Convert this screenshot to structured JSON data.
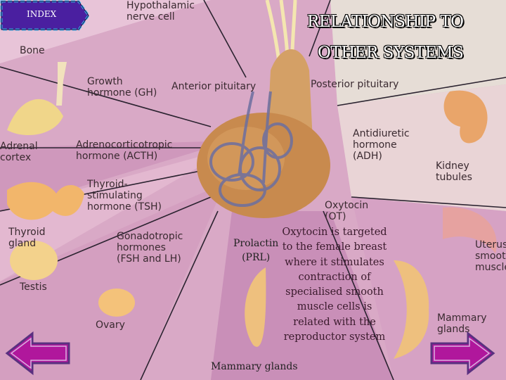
{
  "index_button": {
    "label": "INDEX"
  },
  "title": {
    "line1": "RELATIONSHIP TO",
    "line2": "OTHER SYSTEMS"
  },
  "labels": {
    "hypothalamic": "Hypothalamic\nnerve cell",
    "bone": "Bone",
    "growth_hormone": "Growth\nhormone (GH)",
    "anterior_pituitary": "Anterior pituitary",
    "posterior_pituitary": "Posterior pituitary",
    "adrenal_cortex": "Adrenal\ncortex",
    "acth": "Adrenocorticotropic\nhormone (ACTH)",
    "tsh": "Thyroid-\nstimulating\nhormone (TSH)",
    "adh": "Antidiuretic\nhormone\n(ADH)",
    "kidney": "Kidney\ntubules",
    "oxytocin": "Oxytocin\n(OT)",
    "thyroid": "Thyroid\ngland",
    "gonadotropic": "Gonadotropic\nhormones\n(FSH and LH)",
    "testis": "Testis",
    "ovary": "Ovary",
    "uterus": "Uterus\nsmooth\nmuscle",
    "mammary_right": "Mammary\nglands",
    "prolactin": "Prolactin\n(PRL)",
    "mammary_bottom": "Mammary glands"
  },
  "description": "Oxytocin is targeted to the female breast where it stimulates contraction of specialised smooth muscle cells is related with the reproductor system",
  "nav": {
    "back_icon": "left-arrow-icon",
    "next_icon": "right-arrow-icon"
  },
  "colors": {
    "nav_fill": "#b0179c",
    "index_fill": "#4a1fa0",
    "background": "#d8a8c4"
  }
}
